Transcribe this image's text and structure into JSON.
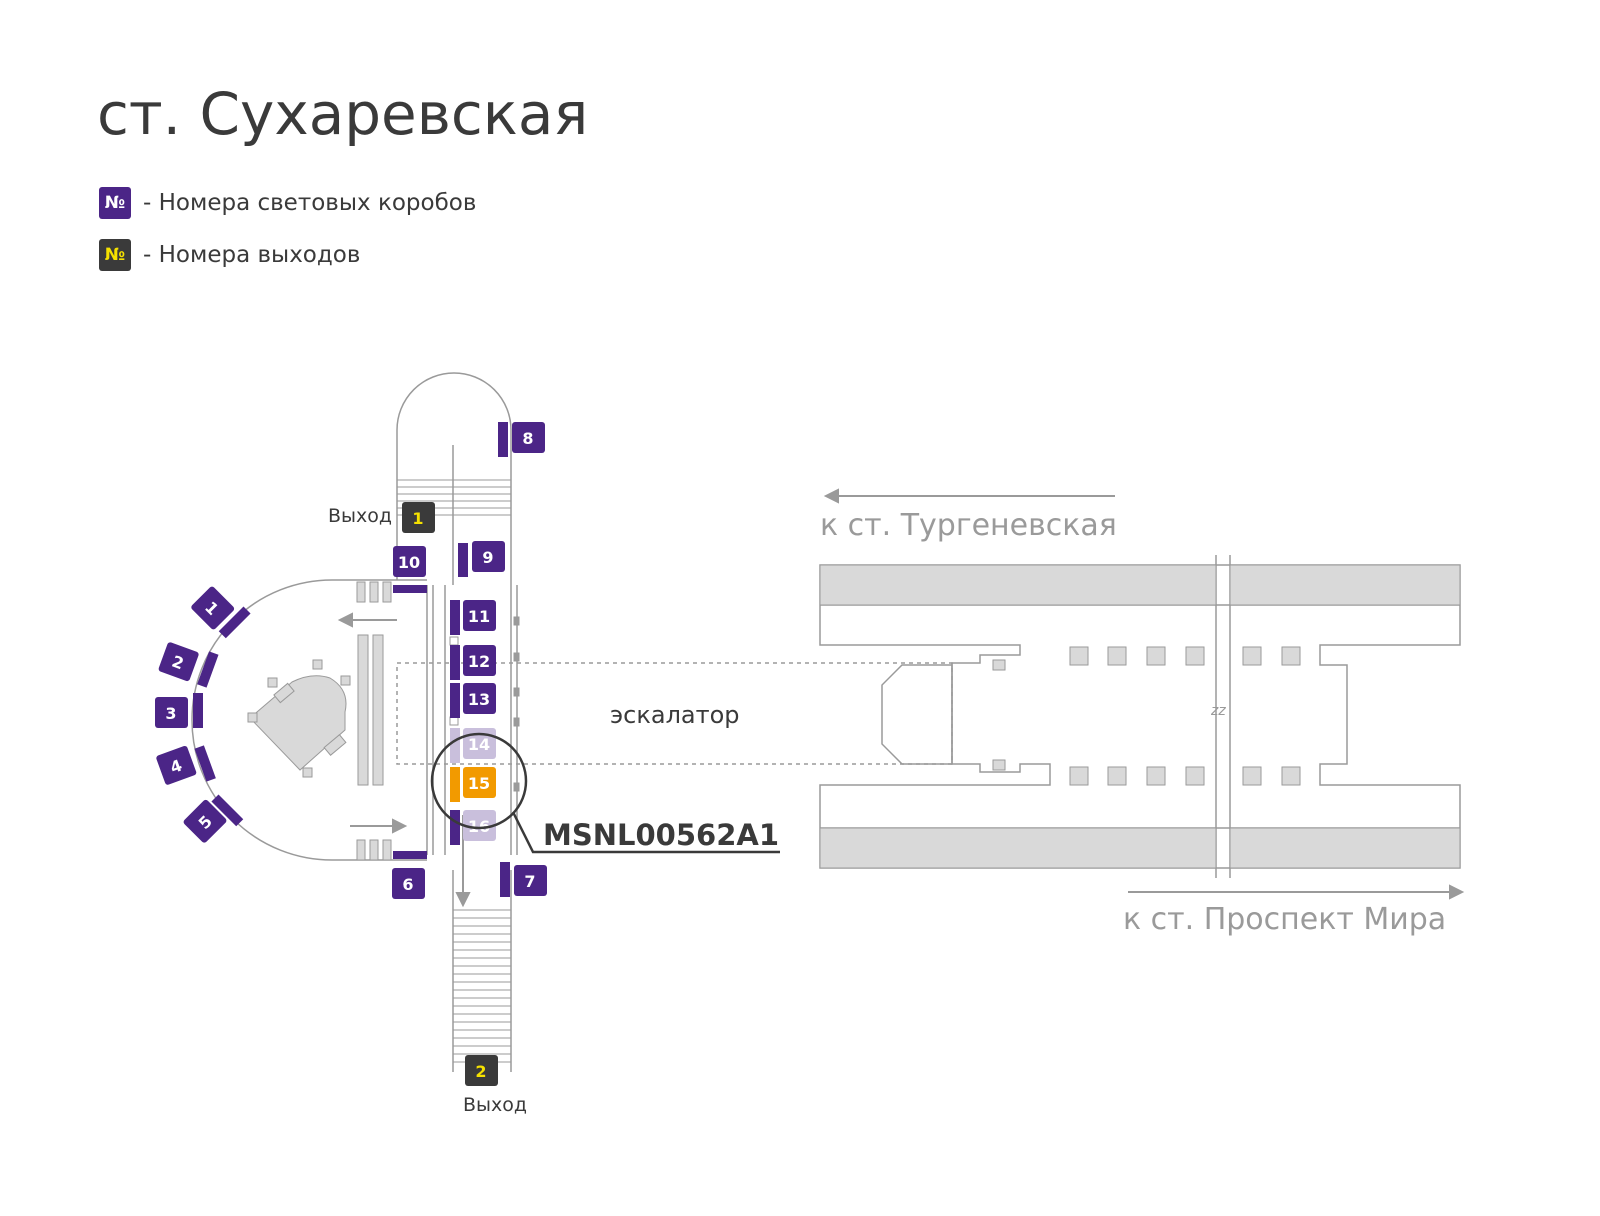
{
  "title": "ст. Сухаревская",
  "legend": [
    {
      "symbol": "№",
      "text": "- Номера световых коробов",
      "bg": "#4b2587",
      "fg": "#ffffff"
    },
    {
      "symbol": "№",
      "text": "- Номера выходов",
      "bg": "#3a3a3a",
      "fg": "#f5e100"
    }
  ],
  "colors": {
    "lightbox": "#4b2587",
    "exit": "#3a3a3a",
    "exit_text": "#f5e100",
    "highlight": "#f29a00",
    "faded": "#c9bfdc",
    "line": "#9a9a9a",
    "fill": "#d9d9d9"
  },
  "lightboxes": {
    "b1": "1",
    "b2": "2",
    "b3": "3",
    "b4": "4",
    "b5": "5",
    "b6": "6",
    "b7": "7",
    "b8": "8",
    "b9": "9",
    "b10": "10",
    "b11": "11",
    "b12": "12",
    "b13": "13",
    "b14": "14",
    "b15": "15",
    "b16": "16"
  },
  "exits": {
    "e1": "1",
    "e2": "2",
    "label": "Выход"
  },
  "labels": {
    "escalator": "эскалатор",
    "to_turgenevskaya": "к ст. Тургеневская",
    "to_prospekt_mira": "к ст. Проспект Мира",
    "zz": "zz"
  },
  "highlight": {
    "code": "MSNL00562A1",
    "box": "15"
  }
}
